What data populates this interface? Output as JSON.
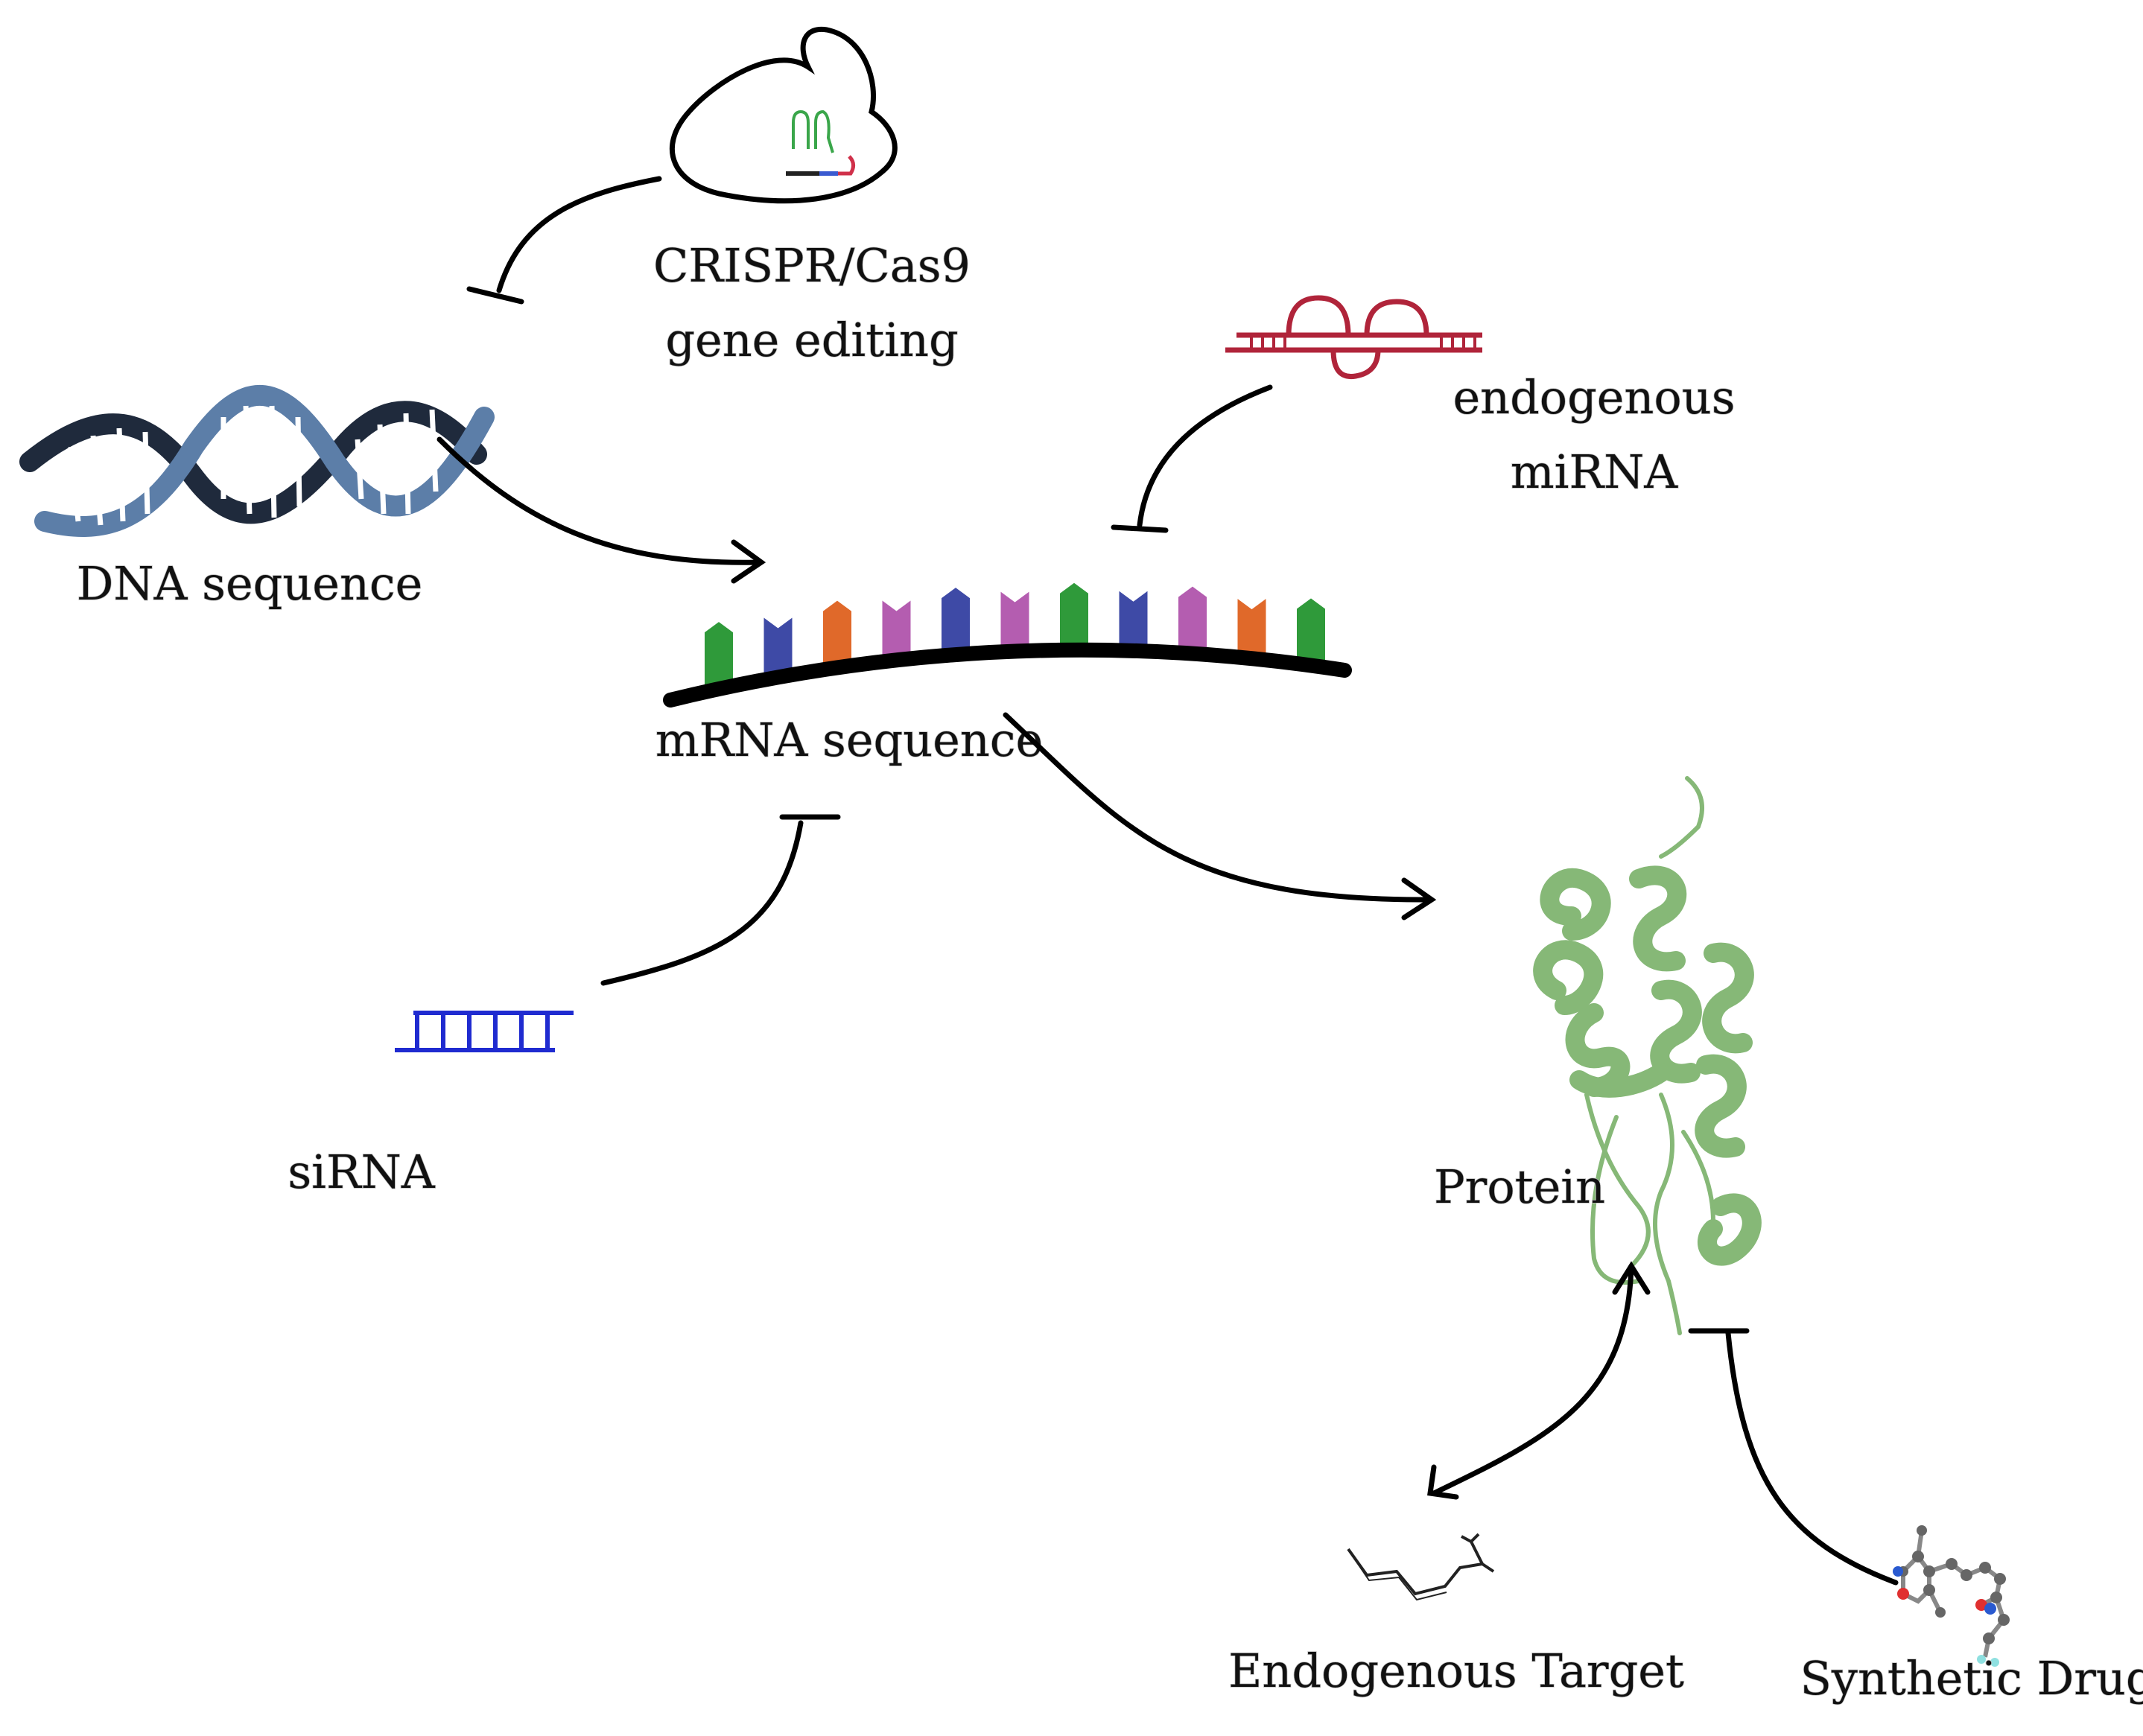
{
  "labels": {
    "crispr_line1": "CRISPR/Cas9",
    "crispr_line2": "gene editing",
    "dna": "DNA sequence",
    "mirna_line1": "endogenous",
    "mirna_line2": "miRNA",
    "mrna": "mRNA sequence",
    "sirna": "siRNA",
    "protein": "Protein",
    "endogenous_target": "Endogenous Target",
    "synthetic_drug": "Synthetic Drug"
  },
  "colors": {
    "dna": "#5c7ea8",
    "dna_dark": "#1f2a3c",
    "mirna": "#b0243a",
    "sirna": "#1f2bd0",
    "protein": "#86b877",
    "edges": "#000000",
    "nucleotides": [
      "#2f9a3a",
      "#3e4aa6",
      "#e0692a",
      "#b45db0",
      "#3e4aa6",
      "#b45db0",
      "#2f9a3a",
      "#3e4aa6",
      "#b45db0",
      "#e0692a",
      "#2f9a3a"
    ]
  },
  "edges": [
    {
      "from": "crispr",
      "to": "dna",
      "type": "inhibits"
    },
    {
      "from": "dna",
      "to": "mrna",
      "type": "activates"
    },
    {
      "from": "mirna",
      "to": "mrna",
      "type": "inhibits"
    },
    {
      "from": "sirna",
      "to": "mrna",
      "type": "inhibits"
    },
    {
      "from": "mrna",
      "to": "protein",
      "type": "activates"
    },
    {
      "from": "protein",
      "to": "endogenous_target",
      "type": "bidirectional"
    },
    {
      "from": "synthetic_drug",
      "to": "protein",
      "type": "inhibits"
    }
  ]
}
